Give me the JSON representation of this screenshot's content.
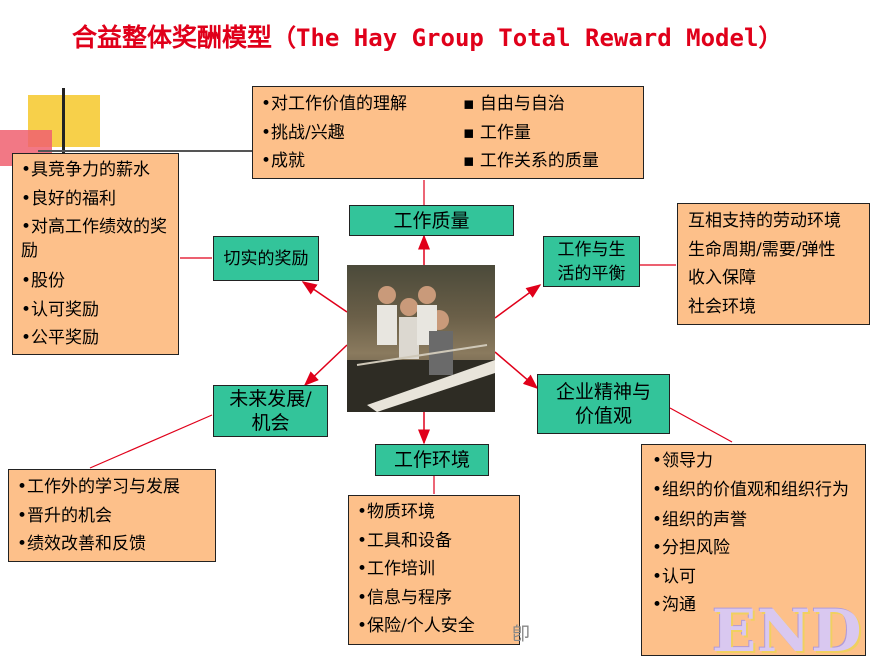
{
  "title": {
    "chinese": "合益整体奖酬模型",
    "english": "（The Hay Group Total Reward Model）"
  },
  "center_image": {
    "subject": "rowing crew photo"
  },
  "categories": {
    "work_quality": "工作质量",
    "tangible_rewards": "切实的奖励",
    "work_life_balance": "工作与生活的平衡",
    "future_growth": "未来发展/机会",
    "enterprise_spirit": "企业精神与价值观",
    "work_environment": "工作环境"
  },
  "details": {
    "work_quality": {
      "left": [
        "•对工作价值的理解",
        "•挑战/兴趣",
        "•成就"
      ],
      "right": [
        "▪ 自由与自治",
        "▪ 工作量",
        "▪ 工作关系的质量"
      ]
    },
    "tangible_rewards": [
      "•具竞争力的薪水",
      "•良好的福利",
      "•对高工作绩效的奖励",
      "•股份",
      "•认可奖励",
      "•公平奖励"
    ],
    "work_life_balance": [
      "互相支持的劳动环境",
      "生命周期/需要/弹性",
      "收入保障",
      "社会环境"
    ],
    "future_growth": [
      "•工作外的学习与发展",
      "•晋升的机会",
      "•绩效改善和反馈"
    ],
    "work_environment": [
      "•物质环境",
      "•工具和设备",
      "•工作培训",
      "•信息与程序",
      "•保险/个人安全"
    ],
    "enterprise_spirit": [
      "•领导力",
      "•组织的价值观和组织行为",
      "•组织的声誉",
      "•分担风险",
      "•认可",
      "•沟通"
    ]
  },
  "end_logo": "END",
  "colors": {
    "title": "#e0001a",
    "orange_box": "#fdc08a",
    "green_box": "#33c49a",
    "arrow": "#e0001a"
  }
}
